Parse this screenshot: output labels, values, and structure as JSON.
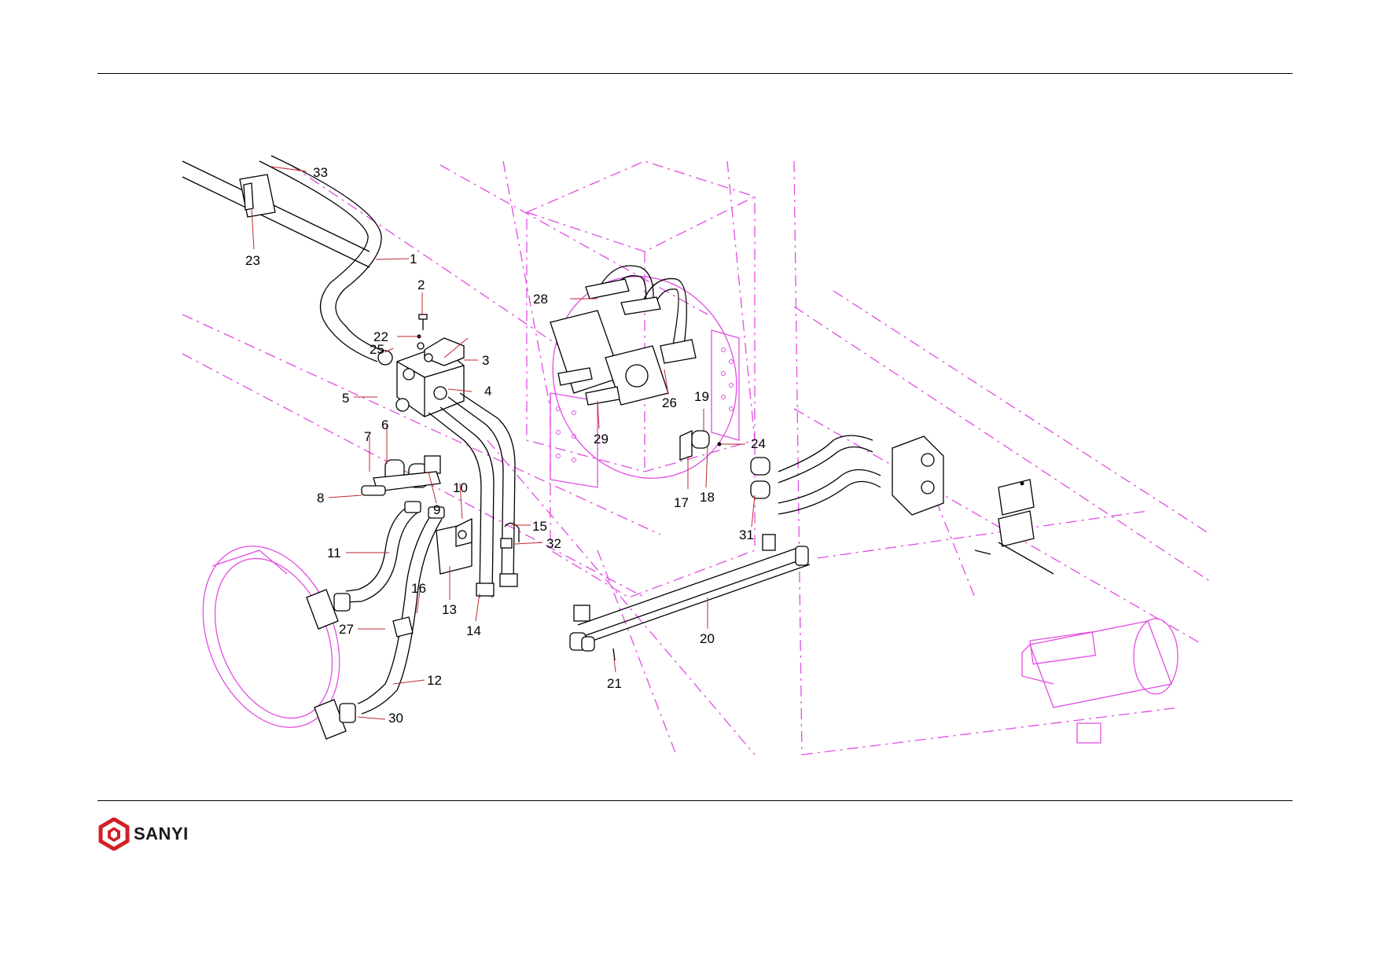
{
  "brand": {
    "name": "SANYI",
    "logo_color": "#d32026"
  },
  "colors": {
    "phantom": "#e24de2",
    "leader": "#c1272d",
    "line": "#000000"
  },
  "callouts": [
    "1",
    "2",
    "3",
    "4",
    "5",
    "6",
    "7",
    "8",
    "9",
    "10",
    "11",
    "12",
    "13",
    "14",
    "15",
    "16",
    "17",
    "18",
    "19",
    "20",
    "21",
    "22",
    "23",
    "24",
    "25",
    "26",
    "27",
    "28",
    "29",
    "30",
    "31",
    "32",
    "33"
  ]
}
